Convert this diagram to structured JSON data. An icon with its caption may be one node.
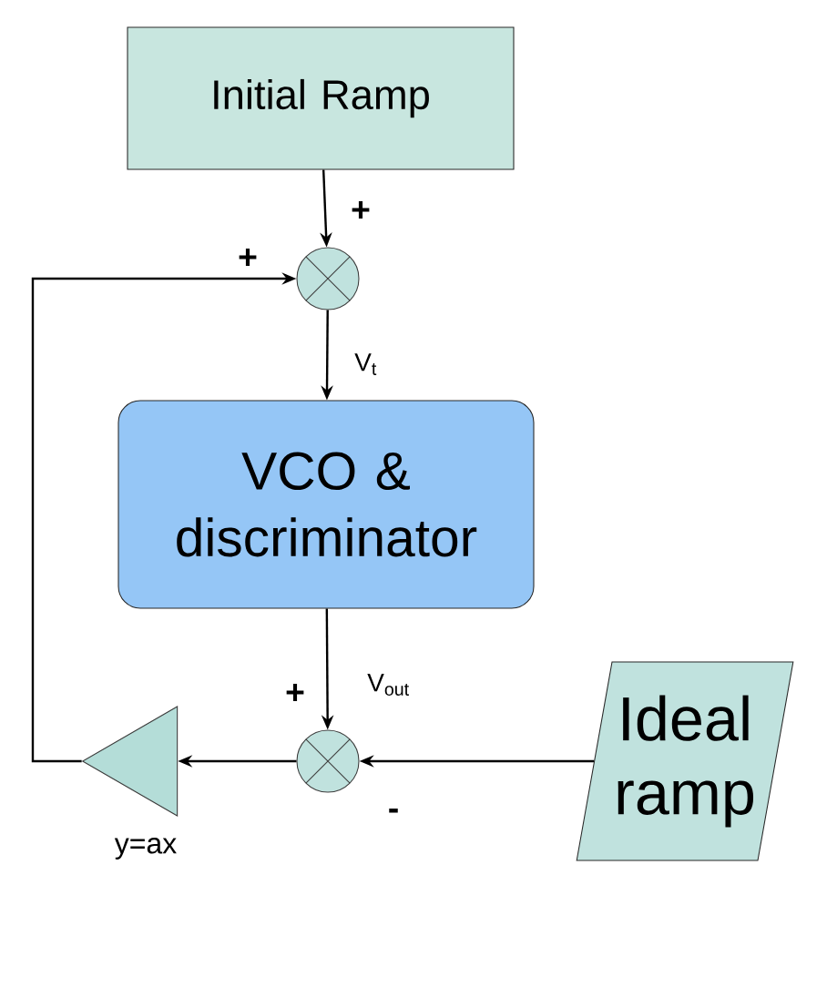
{
  "diagram": {
    "nodes": [
      {
        "text": [
          "Initial Ramp"
        ]
      },
      {
        "text": [],
        "shape": "circle"
      },
      {
        "text": [
          "VCO & discriminator"
        ]
      },
      {
        "text": [],
        "shape": "triangle",
        "beside": [
          "y=ax"
        ]
      },
      {
        "text": [],
        "shape": "circle"
      },
      {
        "text": [
          "Ideal ramp"
        ]
      }
    ],
    "edges": [
      {
        "from": 0,
        "to": 1,
        "arrow": "to"
      },
      {
        "from": 3,
        "to": 1,
        "arrow": "to"
      },
      {
        "from": 1,
        "to": 2,
        "arrow": "to",
        "label": "V$_{t}$"
      },
      {
        "from": 2,
        "to": 4,
        "arrow": "to",
        "label": "V$_{out}$"
      },
      {
        "from": 5,
        "to": 4,
        "arrow": "to"
      },
      {
        "from": 4,
        "to": 3,
        "arrow": "to"
      }
    ],
    "labels": [
      "+",
      "+",
      "+",
      "-"
    ]
  }
}
